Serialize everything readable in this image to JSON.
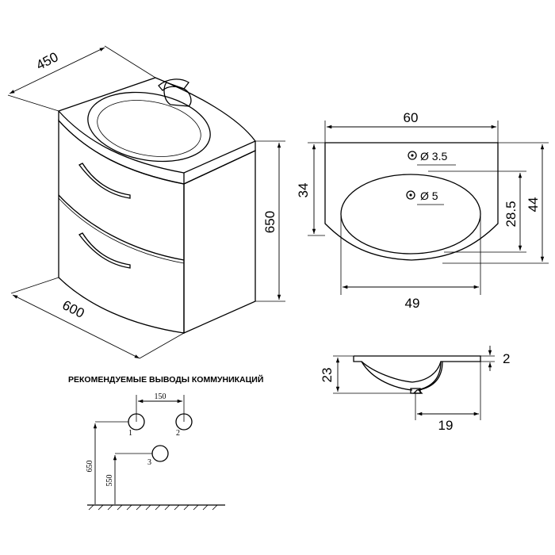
{
  "cabinet": {
    "depth": "450",
    "width": "600",
    "height": "650"
  },
  "basin_top": {
    "width": "60",
    "depth": "34",
    "total_depth": "44",
    "bowl_width": "49",
    "bowl_depth": "28.5",
    "tap_hole": "Ø 3.5",
    "drain_hole": "Ø 5"
  },
  "basin_section": {
    "height": "23",
    "rim": "2",
    "drain_offset": "19"
  },
  "communications": {
    "title": "РЕКОМЕНДУЕМЫЕ ВЫВОДЫ КОММУНИКАЦИЙ",
    "spacing": "150",
    "height_upper": "650",
    "height_lower": "550",
    "outlets": [
      "1",
      "2",
      "3"
    ]
  }
}
